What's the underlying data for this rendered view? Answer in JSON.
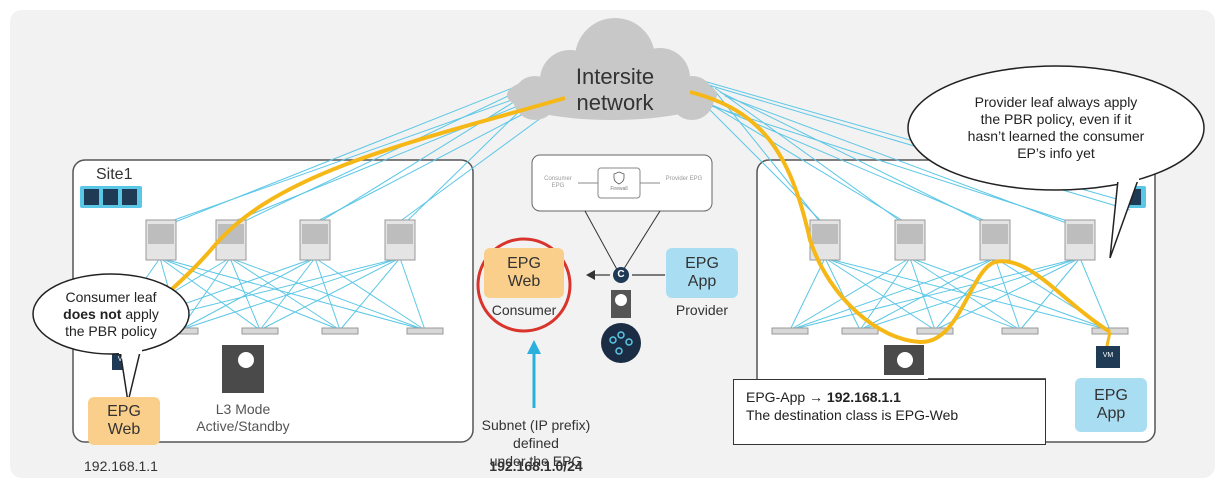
{
  "cloud_label_1": "Intersite",
  "cloud_label_2": "network",
  "site1_label": "Site1",
  "contract_consumer": "Consumer EPG",
  "contract_provider": "Provider EPG",
  "contract_firewall": "Firewall",
  "contract_symbol": "C",
  "epg_web_center": {
    "line1": "EPG",
    "line2": "Web",
    "role": "Consumer"
  },
  "epg_app_center": {
    "line1": "EPG",
    "line2": "App",
    "role": "Provider"
  },
  "epg_web_left": {
    "line1": "EPG",
    "line2": "Web"
  },
  "epg_app_right": {
    "line1": "EPG",
    "line2": "App"
  },
  "vm_label": "VM",
  "l3_mode_1": "L3 Mode",
  "l3_mode_2": "Active/Standby",
  "ip_left": "192.168.1.1",
  "subnet_line1": "Subnet (IP prefix) defined",
  "subnet_line2": "under the EPG",
  "subnet_value": "192.168.1.0/24",
  "consumer_callout": {
    "line1": "Consumer leaf",
    "line2_bold": "does not",
    "line2_rest": " apply",
    "line3": "the PBR policy"
  },
  "provider_callout": {
    "line1": "Provider leaf always apply",
    "line2": "the PBR policy, even if it",
    "line3": "hasn’t learned the consumer",
    "line4": "EP’s info yet"
  },
  "note": {
    "prefix": "EPG-App → ",
    "ip_bold": "192.168.1.1",
    "line2": "The destination class is EPG-Web"
  },
  "colors": {
    "path": "#f5b817",
    "link": "#5bc7e6",
    "cloud": "#c8c8c8",
    "site_border": "#555555",
    "epg_orange": "#f9cf8b",
    "epg_blue": "#a9ddf2",
    "highlight_circle": "#d9342b",
    "arrow": "#2ab0dd"
  }
}
